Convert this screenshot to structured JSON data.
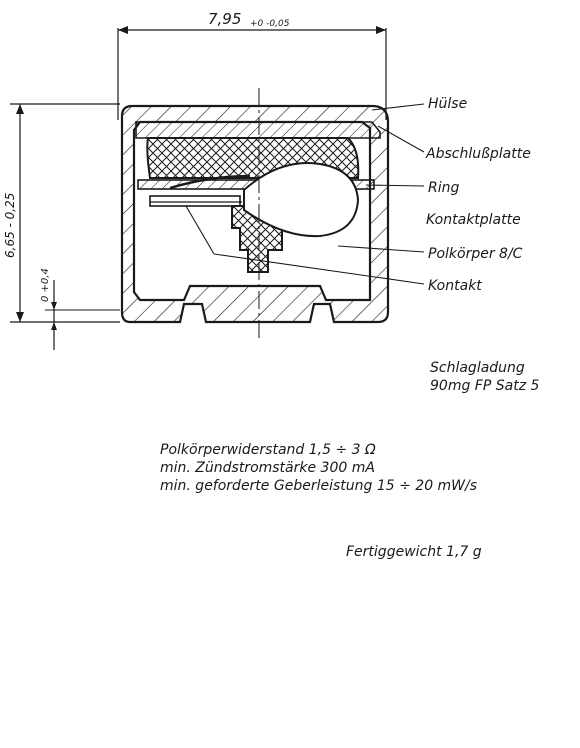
{
  "dimensions": {
    "width_label": "7,95",
    "width_tolerance": "+0 -0,05",
    "height_label": "6,65 - 0,25",
    "offset_label": "0 +0,4"
  },
  "callouts": [
    "Hülse",
    "Abschlußplatte",
    "Ring",
    "Kontaktplatte",
    "Polkörper 8/C",
    "Kontakt"
  ],
  "charge": {
    "line1": "Schlagladung",
    "line2": "90mg FP Satz 5"
  },
  "specs": [
    "Polkörperwiderstand  1,5 ÷ 3 Ω",
    "min. Zündstromstärke  300 mA",
    "min. geforderte Geberleistung  15 ÷ 20 mW/s"
  ],
  "weight": "Fertiggewicht  1,7 g"
}
